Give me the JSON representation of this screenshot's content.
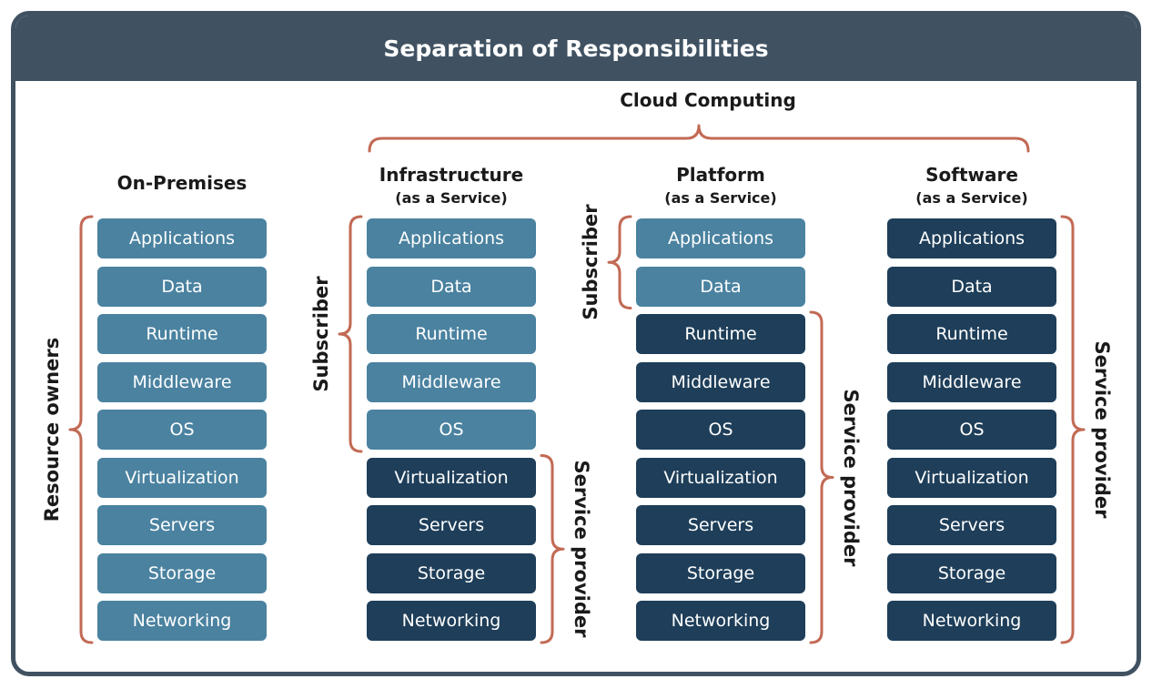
{
  "title": "Separation of Responsibilities",
  "cloud_label": "Cloud Computing",
  "colors": {
    "frame": "#405262",
    "customer_managed": "#4a82a0",
    "provider_managed": "#1e3e59",
    "brace": "#c26a55"
  },
  "columns": [
    {
      "title": "On-Premises",
      "subtitle": "",
      "side_labels": {
        "left": "Resource owners"
      },
      "layers": [
        {
          "label": "Applications",
          "owner": "customer"
        },
        {
          "label": "Data",
          "owner": "customer"
        },
        {
          "label": "Runtime",
          "owner": "customer"
        },
        {
          "label": "Middleware",
          "owner": "customer"
        },
        {
          "label": "OS",
          "owner": "customer"
        },
        {
          "label": "Virtualization",
          "owner": "customer"
        },
        {
          "label": "Servers",
          "owner": "customer"
        },
        {
          "label": "Storage",
          "owner": "customer"
        },
        {
          "label": "Networking",
          "owner": "customer"
        }
      ]
    },
    {
      "title": "Infrastructure",
      "subtitle": "(as a Service)",
      "side_labels": {
        "left": "Subscriber",
        "right": "Service provider"
      },
      "layers": [
        {
          "label": "Applications",
          "owner": "customer"
        },
        {
          "label": "Data",
          "owner": "customer"
        },
        {
          "label": "Runtime",
          "owner": "customer"
        },
        {
          "label": "Middleware",
          "owner": "customer"
        },
        {
          "label": "OS",
          "owner": "customer"
        },
        {
          "label": "Virtualization",
          "owner": "provider"
        },
        {
          "label": "Servers",
          "owner": "provider"
        },
        {
          "label": "Storage",
          "owner": "provider"
        },
        {
          "label": "Networking",
          "owner": "provider"
        }
      ]
    },
    {
      "title": "Platform",
      "subtitle": "(as a Service)",
      "side_labels": {
        "left": "Subscriber",
        "right": "Service provider"
      },
      "layers": [
        {
          "label": "Applications",
          "owner": "customer"
        },
        {
          "label": "Data",
          "owner": "customer"
        },
        {
          "label": "Runtime",
          "owner": "provider"
        },
        {
          "label": "Middleware",
          "owner": "provider"
        },
        {
          "label": "OS",
          "owner": "provider"
        },
        {
          "label": "Virtualization",
          "owner": "provider"
        },
        {
          "label": "Servers",
          "owner": "provider"
        },
        {
          "label": "Storage",
          "owner": "provider"
        },
        {
          "label": "Networking",
          "owner": "provider"
        }
      ]
    },
    {
      "title": "Software",
      "subtitle": "(as a Service)",
      "side_labels": {
        "right": "Service provider"
      },
      "layers": [
        {
          "label": "Applications",
          "owner": "provider"
        },
        {
          "label": "Data",
          "owner": "provider"
        },
        {
          "label": "Runtime",
          "owner": "provider"
        },
        {
          "label": "Middleware",
          "owner": "provider"
        },
        {
          "label": "OS",
          "owner": "provider"
        },
        {
          "label": "Virtualization",
          "owner": "provider"
        },
        {
          "label": "Servers",
          "owner": "provider"
        },
        {
          "label": "Storage",
          "owner": "provider"
        },
        {
          "label": "Networking",
          "owner": "provider"
        }
      ]
    }
  ]
}
